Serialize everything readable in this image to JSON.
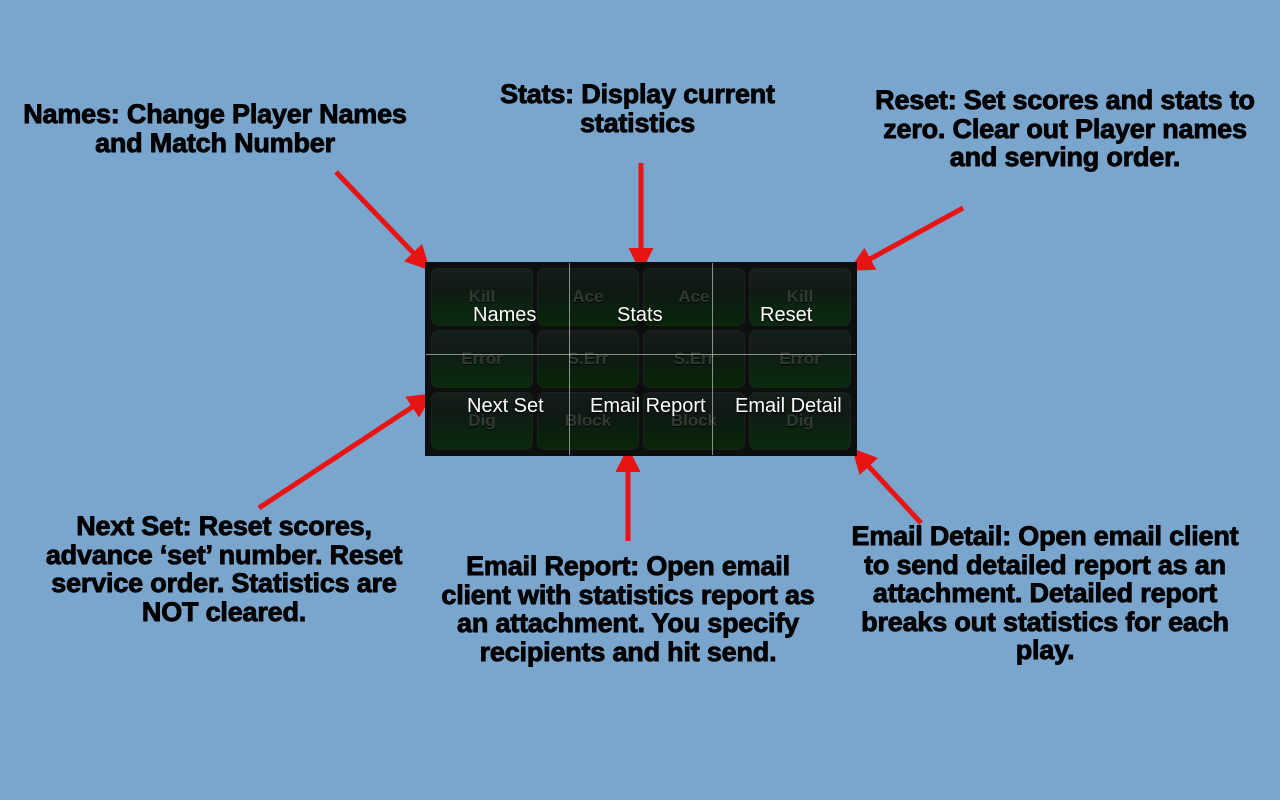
{
  "page": {
    "background_color": "#7aa5cd",
    "arrow_color": "#e81414",
    "text_color": "#000000"
  },
  "callouts": [
    {
      "key": "names",
      "text": "Names: Change Player Names and Match Number",
      "target": "Names"
    },
    {
      "key": "stats",
      "text": "Stats: Display current statistics",
      "target": "Stats"
    },
    {
      "key": "reset",
      "text": "Reset: Set scores and stats to zero. Clear out Player names and serving order.",
      "target": "Reset"
    },
    {
      "key": "nextset",
      "text": "Next Set: Reset scores, advance ‘set’ number. Reset service order. Statistics are NOT cleared.",
      "target": "Next Set"
    },
    {
      "key": "emailreport",
      "text": "Email Report: Open email client with statistics report as an attachment. You specify recipients and hit send.",
      "target": "Email Report"
    },
    {
      "key": "emaildetail",
      "text": "Email Detail: Open email client to send detailed report as an attachment. Detailed report breaks out statistics for each play.",
      "target": "Email Detail"
    }
  ],
  "app": {
    "panel_background": "#0d0f0e",
    "stat_buttons": [
      {
        "label": "Kill",
        "col": 0,
        "row": 0
      },
      {
        "label": "Ace",
        "col": 1,
        "row": 0
      },
      {
        "label": "Ace",
        "col": 2,
        "row": 0
      },
      {
        "label": "Kill",
        "col": 3,
        "row": 0
      },
      {
        "label": "Error",
        "col": 0,
        "row": 1
      },
      {
        "label": "S.Err",
        "col": 1,
        "row": 1
      },
      {
        "label": "S.Err",
        "col": 2,
        "row": 1
      },
      {
        "label": "Error",
        "col": 3,
        "row": 1
      },
      {
        "label": "Dig",
        "col": 0,
        "row": 2
      },
      {
        "label": "Block",
        "col": 1,
        "row": 2
      },
      {
        "label": "Block",
        "col": 2,
        "row": 2
      },
      {
        "label": "Dig",
        "col": 3,
        "row": 2
      }
    ],
    "action_labels": {
      "names": "Names",
      "stats": "Stats",
      "reset": "Reset",
      "next_set": "Next Set",
      "email_report": "Email Report",
      "email_detail": "Email Detail"
    }
  }
}
